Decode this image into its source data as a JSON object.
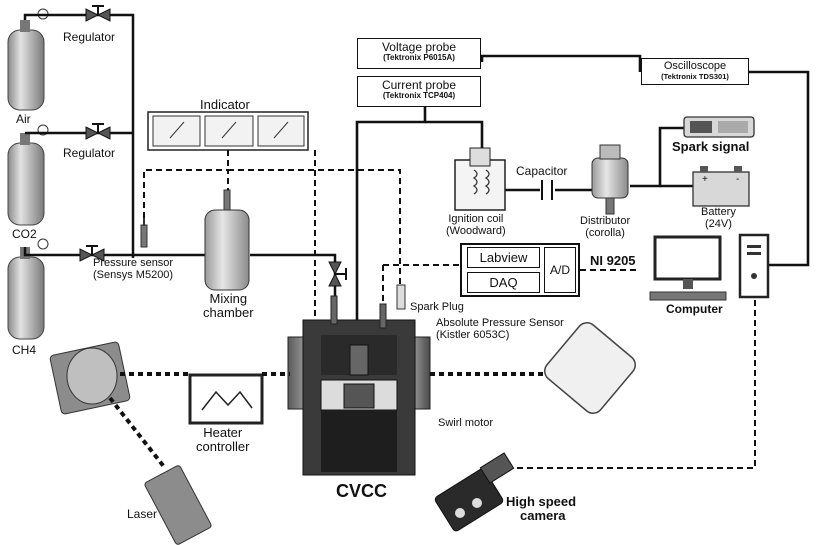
{
  "cylinders": {
    "air": "Air",
    "co2": "CO2",
    "ch4": "CH4"
  },
  "regulators": {
    "top": "Regulator",
    "middle": "Regulator"
  },
  "indicator": "Indicator",
  "pressure_sensor": {
    "line1": "Pressure sensor",
    "line2": "(Sensys M5200)"
  },
  "mixing_chamber": {
    "line1": "Mixing",
    "line2": "chamber"
  },
  "voltage_probe": {
    "title": "Voltage probe",
    "model": "(Tektronix P6015A)"
  },
  "current_probe": {
    "title": "Current probe",
    "model": "(Tektronix TCP404)"
  },
  "oscilloscope": {
    "title": "Oscilloscope",
    "model": "(Tektronix TDS301)"
  },
  "ignition_coil": {
    "line1": "Ignition coil",
    "line2": "(Woodward)"
  },
  "capacitor": "Capacitor",
  "distributor": {
    "line1": "Distributor",
    "line2": "(corolla)"
  },
  "spark_signal": "Spark signal",
  "battery": {
    "line1": "Battery",
    "line2": "(24V)"
  },
  "daq": {
    "labview": "Labview",
    "daq": "DAQ",
    "ad": "A/D",
    "ni": "NI 9205"
  },
  "computer": "Computer",
  "spark_plug": "Spark Plug",
  "abs_pressure": {
    "line1": "Absolute Pressure Sensor",
    "line2": "(Kistler 6053C)"
  },
  "swirl_motor": "Swirl motor",
  "heater": {
    "line1": "Heater",
    "line2": "controller"
  },
  "cvcc": "CVCC",
  "laser": "Laser",
  "camera": {
    "line1": "High speed",
    "line2": "camera"
  },
  "battery_signs": {
    "plus": "+",
    "minus": "-"
  }
}
